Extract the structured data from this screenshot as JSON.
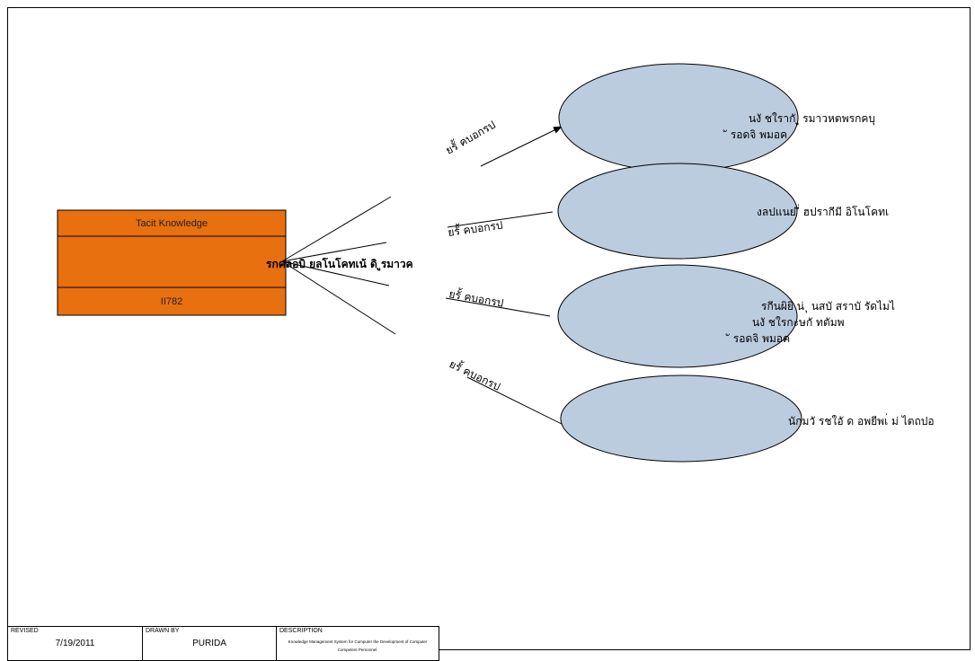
{
  "actor": {
    "title": "Tacit Knowledge",
    "method": "รกคลอบิ ยลโนโคทเน้ ดิ ูรมาวค",
    "code": "II782"
  },
  "connectors": [
    {
      "label": "ยรั้ คบอกรป"
    },
    {
      "label": "ยรั้ คบอกรป"
    },
    {
      "label": "ยรั้ คบอกรป"
    },
    {
      "label": "ยรั้ คบอกรป"
    }
  ],
  "use_cases": [
    {
      "lines": [
        "นงั ชใรากั ู รมาวหตพรกคบุ",
        "ั รอดจิ พมอค"
      ]
    },
    {
      "lines": [
        "งลปแนย่ ี่ ฮปรากีมี อิโนโคทเ"
      ]
    },
    {
      "lines": [
        "รกีนผิยิ น่ ุ นสบั สราบั รัดไมไ",
        "นงั ชใรกะษกั ทตัมพ",
        "ั รอดจิ พมอค"
      ]
    },
    {
      "lines": [
        "นักมวั รชใอั ด อพยีพเ่ ม่ ไตถปอ"
      ]
    }
  ],
  "title_block": {
    "revised_label": "REVISED",
    "revised_value": "7/19/2011",
    "drawn_by_label": "DRAWN BY",
    "drawn_by_value": "PURIDA",
    "description_label": "DESCRIPTION",
    "description_value": "Knowledge Management System for Computer the Development of Computer Competent Personnel."
  },
  "colors": {
    "actor_fill": "#E8700E",
    "ellipse_fill": "#BCCCDF",
    "stroke": "#000000"
  }
}
